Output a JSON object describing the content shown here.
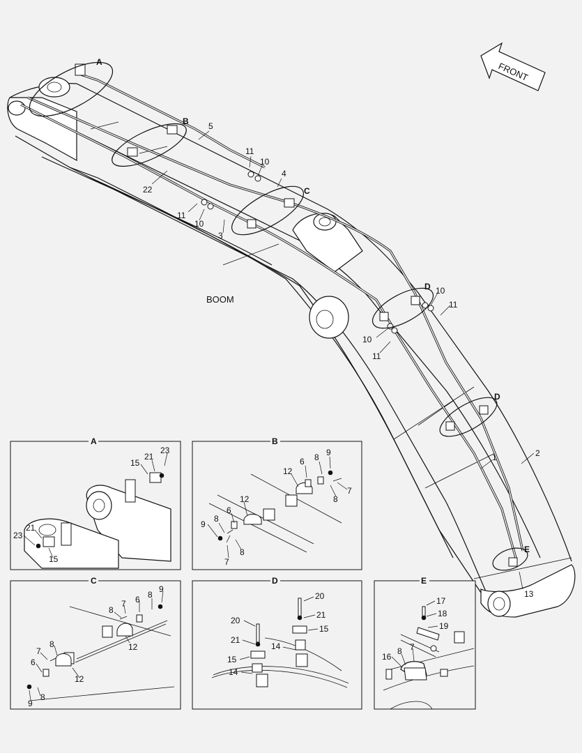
{
  "main": {
    "boom_label": "BOOM",
    "front_label": "FRONT",
    "detail_markers": [
      "A",
      "B",
      "C",
      "D",
      "D",
      "E"
    ],
    "callouts": [
      "5",
      "11",
      "10",
      "4",
      "22",
      "11",
      "10",
      "3",
      "10",
      "11",
      "10",
      "11",
      "1",
      "2",
      "13"
    ]
  },
  "details": {
    "A": {
      "title": "A",
      "callouts": [
        "23",
        "21",
        "15",
        "21",
        "23",
        "15"
      ]
    },
    "B": {
      "title": "B",
      "callouts": [
        "9",
        "8",
        "6",
        "12",
        "7",
        "8",
        "12",
        "6",
        "8",
        "9",
        "7",
        "8"
      ]
    },
    "C": {
      "title": "C",
      "callouts": [
        "9",
        "8",
        "7",
        "6",
        "8",
        "12",
        "7",
        "8",
        "6",
        "12",
        "8",
        "9"
      ]
    },
    "D": {
      "title": "D",
      "callouts": [
        "20",
        "21",
        "15",
        "20",
        "21",
        "14",
        "15",
        "14"
      ]
    },
    "E": {
      "title": "E",
      "callouts": [
        "17",
        "18",
        "19",
        "16",
        "8",
        "7"
      ]
    }
  }
}
